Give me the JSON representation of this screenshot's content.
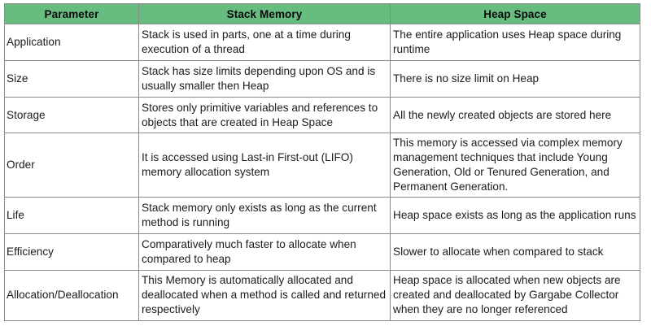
{
  "table": {
    "headers": [
      "Parameter",
      "Stack Memory",
      "Heap Space"
    ],
    "header_bg_color": "#67bd80",
    "header_text_color": "#0a0a0a",
    "border_color": "#8a8a8a",
    "body_bg_color": "#ffffff",
    "body_text_color": "#1c1c1c",
    "rows": [
      {
        "parameter": "Application",
        "stack": "Stack is used in parts, one at a time during execution of a thread",
        "heap": "The entire application uses Heap space during runtime"
      },
      {
        "parameter": "Size",
        "stack": "Stack has size limits depending upon OS and is usually smaller then Heap",
        "heap": "There is no size limit on Heap"
      },
      {
        "parameter": "Storage",
        "stack": "Stores only primitive variables and references to objects that are created in Heap Space",
        "heap": "All the newly created objects are stored here"
      },
      {
        "parameter": "Order",
        "stack": "It is accessed using Last-in First-out (LIFO) memory allocation system",
        "heap": "This memory is accessed via complex memory management techniques that include Young Generation, Old or Tenured Generation, and Permanent Generation."
      },
      {
        "parameter": "Life",
        "stack": "Stack memory only exists as long as the current method is running",
        "heap": "Heap space exists as long as the application runs"
      },
      {
        "parameter": "Efficiency",
        "stack": "Comparatively much faster to allocate when compared to heap",
        "heap": "Slower to allocate when compared to stack"
      },
      {
        "parameter": "Allocation/Deallocation",
        "stack": "This Memory is automatically allocated and deallocated when a method is called and returned respectively",
        "heap": "Heap space is allocated when new objects are created and deallocated by Gargabe Collector when they are no longer referenced"
      }
    ]
  }
}
